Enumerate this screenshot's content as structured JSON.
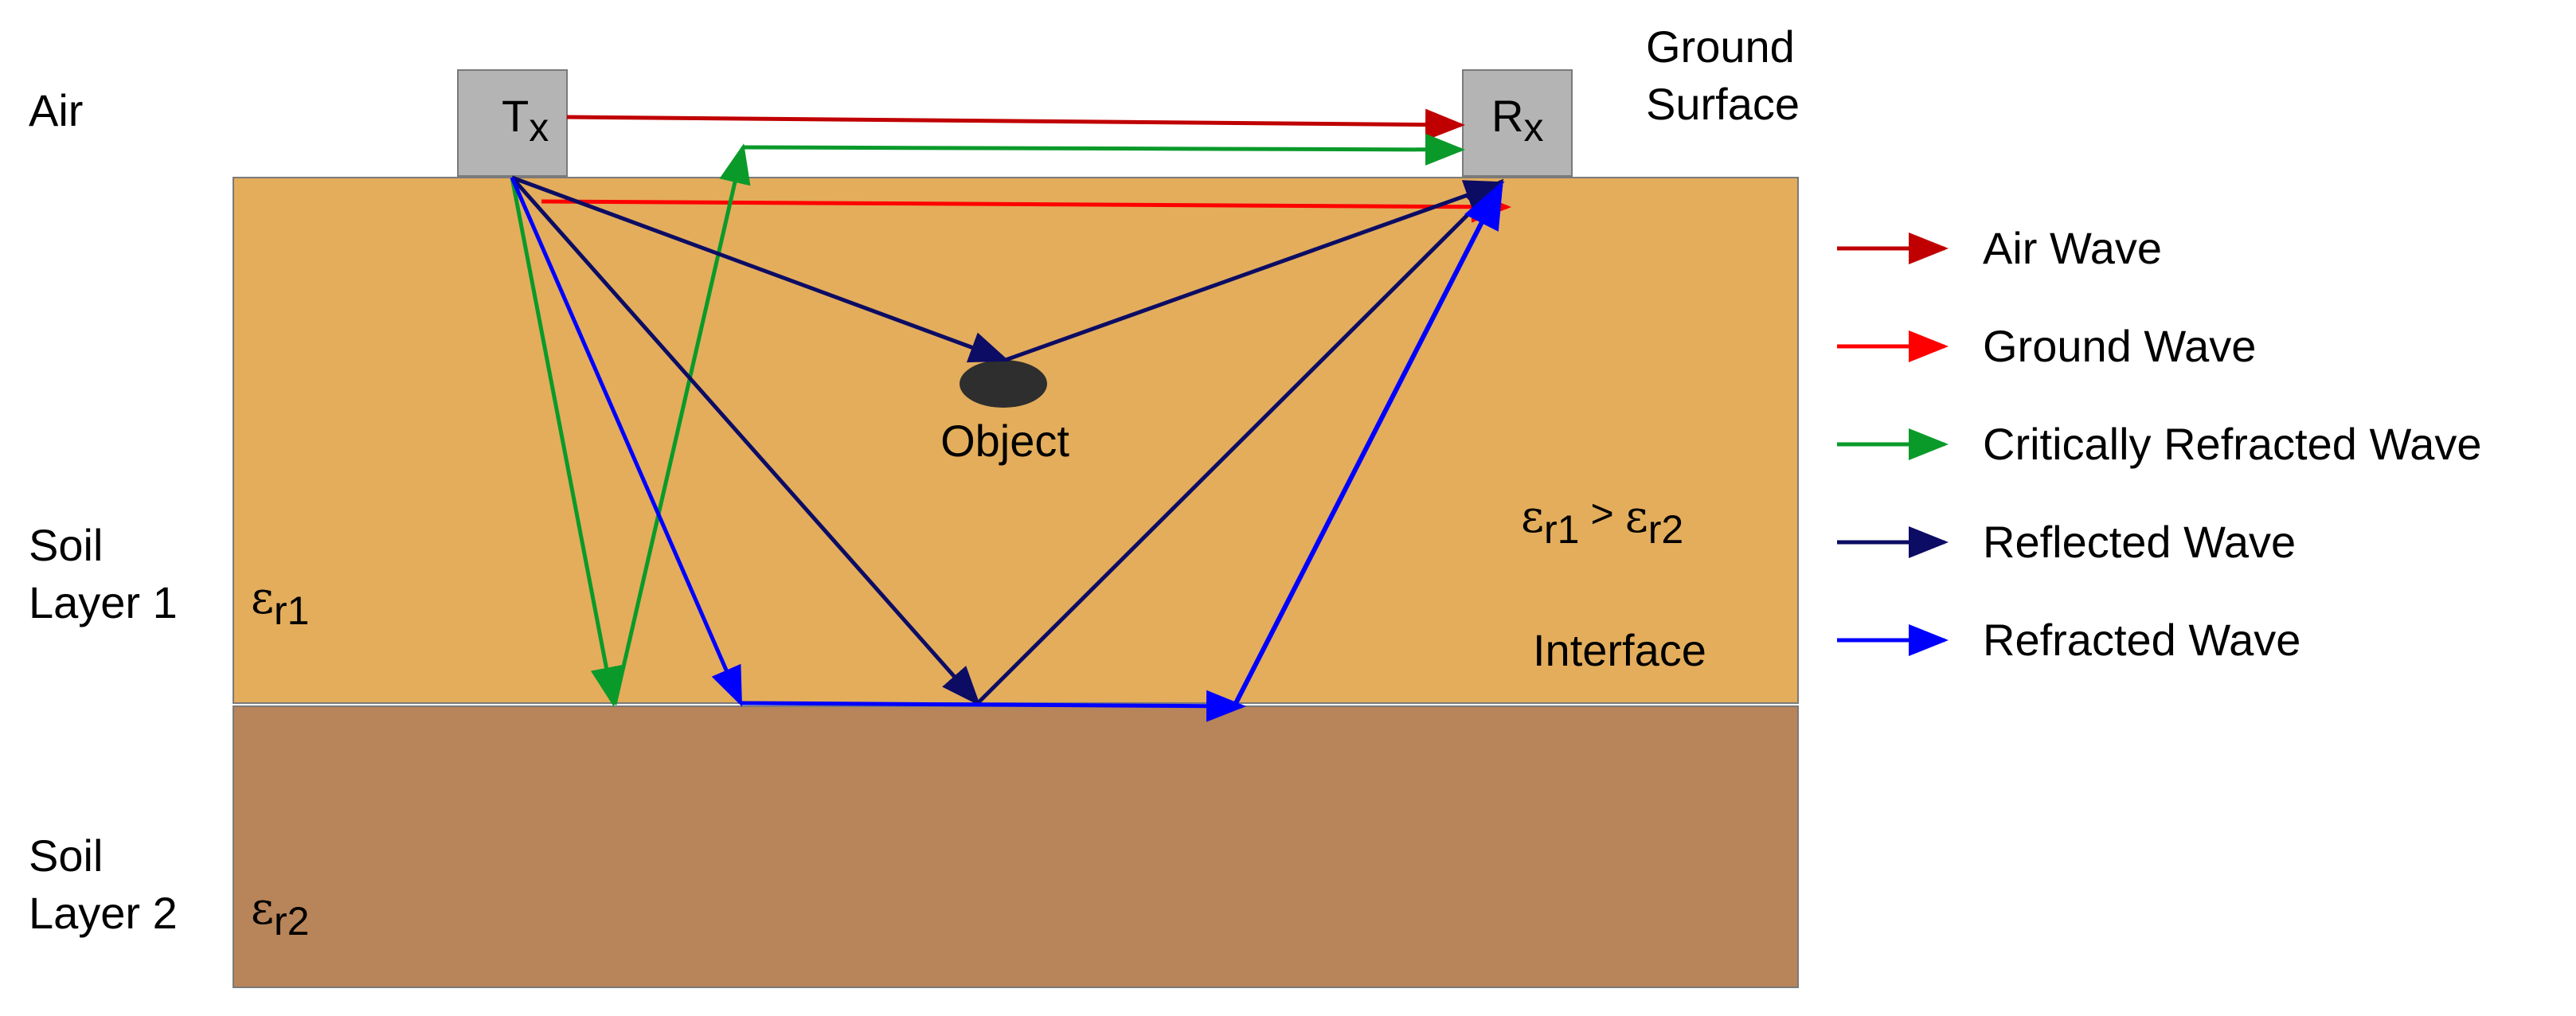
{
  "labels": {
    "air": "Air",
    "ground_surface_line1": "Ground",
    "ground_surface_line2": "Surface",
    "soil1_line1": "Soil",
    "soil1_line2": "Layer 1",
    "soil2_line1": "Soil",
    "soil2_line2": "Layer 2",
    "object": "Object",
    "interface": "Interface",
    "eps_symbol": "ε",
    "eps_r1_sub": "r1",
    "eps_r2_sub": "r2",
    "gt": ">",
    "tx_main": "T",
    "tx_sub": "x",
    "rx_main": "R",
    "rx_sub": "x"
  },
  "colors": {
    "soil_layer_1": "#e3ad5c",
    "soil_layer_2": "#b8845a",
    "antenna_box": "#b4b4b4",
    "object": "#2e2e2e",
    "air_wave": "#c00000",
    "ground_wave": "#ff0000",
    "critically_refracted_wave": "#0a9a2a",
    "reflected_wave": "#0c0c64",
    "refracted_wave": "#0000ff"
  },
  "legend": [
    {
      "label": "Air Wave",
      "color": "#c00000"
    },
    {
      "label": "Ground Wave",
      "color": "#ff0000"
    },
    {
      "label": "Critically Refracted Wave",
      "color": "#0a9a2a"
    },
    {
      "label": "Reflected Wave",
      "color": "#0c0c64"
    },
    {
      "label": "Refracted Wave",
      "color": "#0000ff"
    }
  ]
}
